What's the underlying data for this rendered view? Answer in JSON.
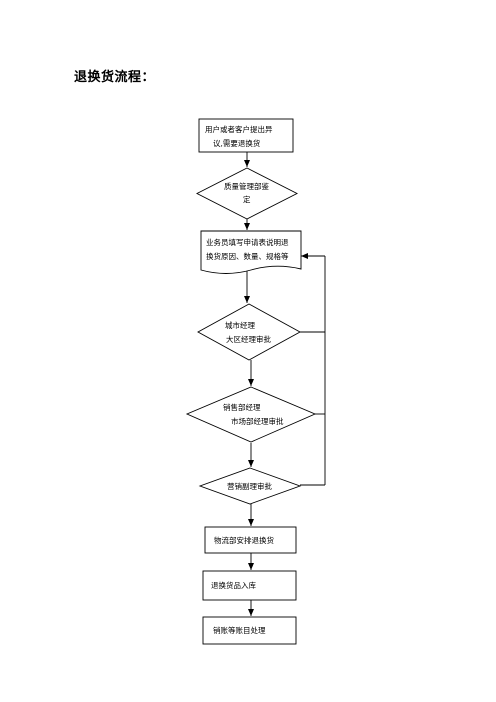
{
  "title": "退换货流程：",
  "steps": [
    {
      "id": "s1",
      "lines": [
        "用户或者客户提出异",
        "议,需要退换货"
      ]
    },
    {
      "id": "s2",
      "lines": [
        "质量管理部鉴",
        "定"
      ]
    },
    {
      "id": "s3",
      "lines": [
        "业务员填写申请表说明退",
        "换货原因、数量、规格等"
      ]
    },
    {
      "id": "s4",
      "lines": [
        "城市经理",
        "大区经理审批"
      ]
    },
    {
      "id": "s5",
      "lines": [
        "销售部经理",
        "市场部经理审批"
      ]
    },
    {
      "id": "s6",
      "lines": [
        "营销副理审批"
      ]
    },
    {
      "id": "s7",
      "lines": [
        "物流部安排退换货"
      ]
    },
    {
      "id": "s8",
      "lines": [
        "退换货品入库"
      ]
    },
    {
      "id": "s9",
      "lines": [
        "销账等账目处理"
      ]
    }
  ]
}
